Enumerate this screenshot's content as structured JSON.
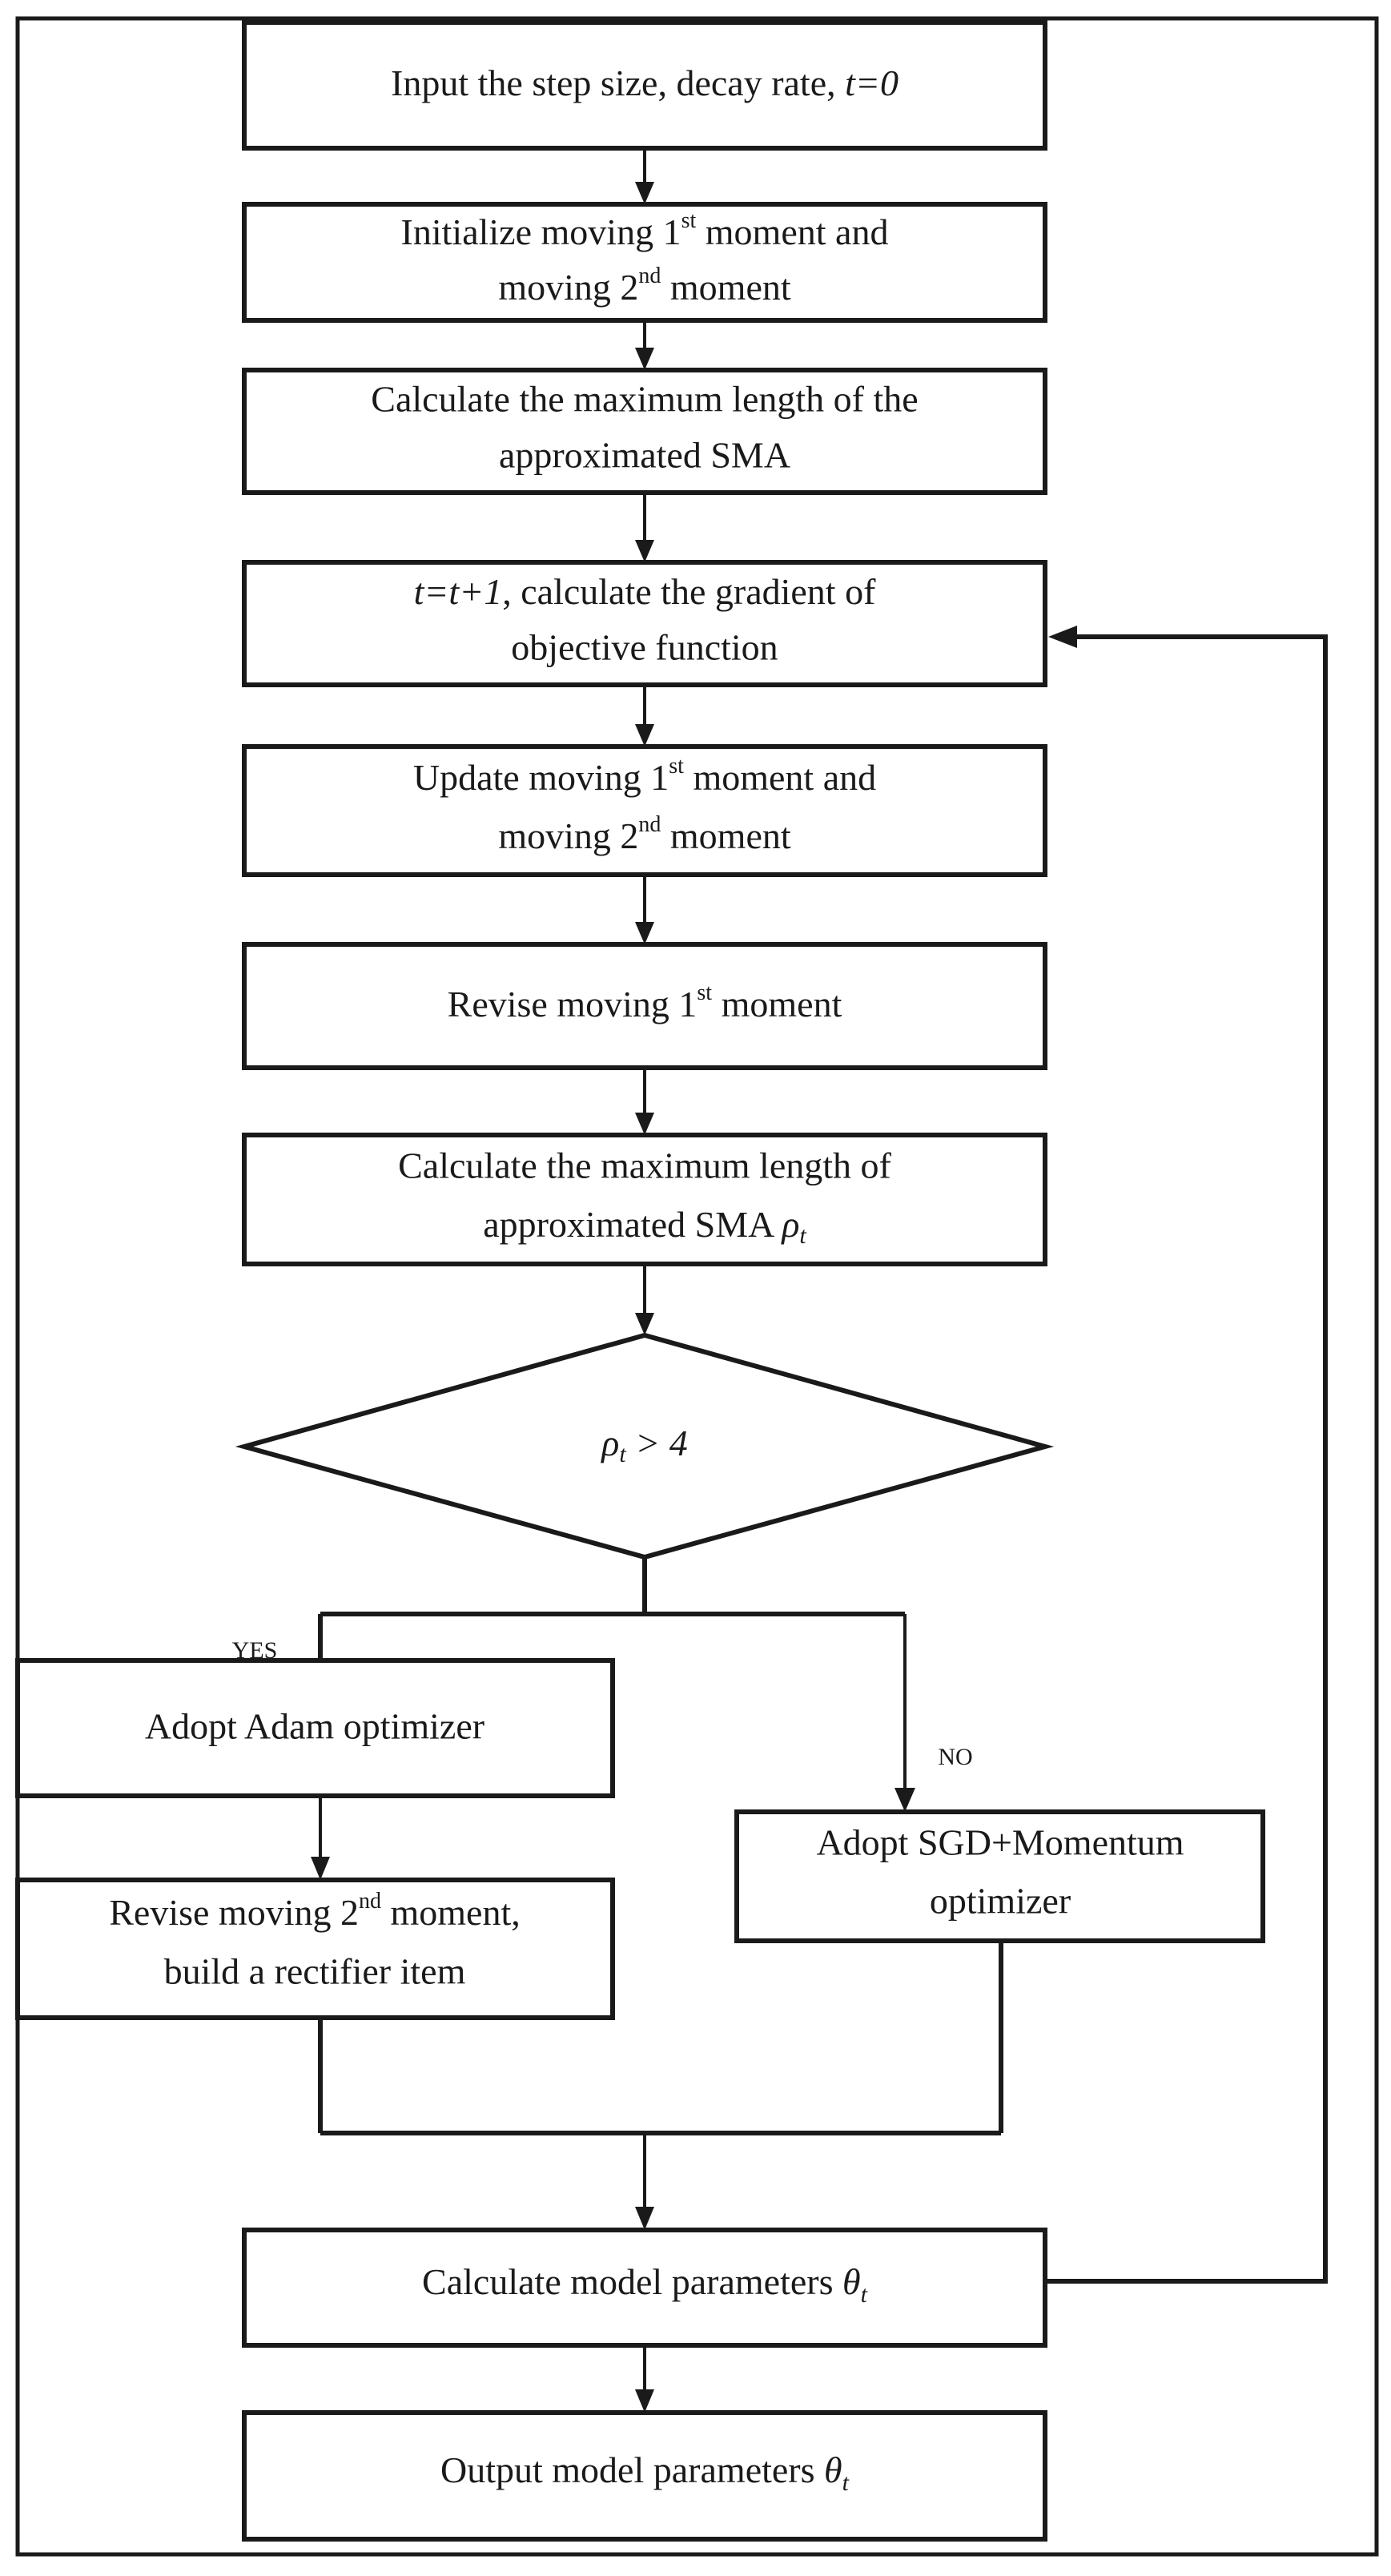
{
  "diagram": {
    "title": "Rectified Adam (RAdam) optimizer flowchart",
    "type": "flowchart",
    "frame_color": "#1a1a1a",
    "background_color": "#ffffff",
    "nodes": [
      {
        "id": "n1",
        "shape": "process",
        "lines": [
          [
            {
              "t": "Input the step size, decay rate, ",
              "style": "normal"
            },
            {
              "t": "t=0",
              "style": "italic"
            }
          ]
        ]
      },
      {
        "id": "n2",
        "shape": "process",
        "lines": [
          [
            {
              "t": "Initialize  moving 1",
              "style": "normal"
            },
            {
              "t": "st",
              "style": "sup"
            },
            {
              "t": " moment and",
              "style": "normal"
            }
          ],
          [
            {
              "t": "moving 2",
              "style": "normal"
            },
            {
              "t": "nd",
              "style": "sup"
            },
            {
              "t": " moment",
              "style": "normal"
            }
          ]
        ]
      },
      {
        "id": "n3",
        "shape": "process",
        "lines": [
          [
            {
              "t": "Calculate the maximum length of the",
              "style": "normal"
            }
          ],
          [
            {
              "t": "approximated SMA",
              "style": "normal"
            }
          ]
        ]
      },
      {
        "id": "n4",
        "shape": "process",
        "lines": [
          [
            {
              "t": "t=t+1",
              "style": "italic"
            },
            {
              "t": ", calculate the gradient of",
              "style": "normal"
            }
          ],
          [
            {
              "t": "objective function",
              "style": "normal"
            }
          ]
        ]
      },
      {
        "id": "n5",
        "shape": "process",
        "lines": [
          [
            {
              "t": "Update moving 1",
              "style": "normal"
            },
            {
              "t": "st",
              "style": "sup"
            },
            {
              "t": " moment and",
              "style": "normal"
            }
          ],
          [
            {
              "t": "moving 2",
              "style": "normal"
            },
            {
              "t": "nd",
              "style": "sup"
            },
            {
              "t": " moment",
              "style": "normal"
            }
          ]
        ]
      },
      {
        "id": "n6",
        "shape": "process",
        "lines": [
          [
            {
              "t": "Revise  moving 1",
              "style": "normal"
            },
            {
              "t": "st",
              "style": "sup"
            },
            {
              "t": " moment",
              "style": "normal"
            }
          ]
        ]
      },
      {
        "id": "n7",
        "shape": "process",
        "lines": [
          [
            {
              "t": "Calculate the maximum length of",
              "style": "normal"
            }
          ],
          [
            {
              "t": "approximated SMA ",
              "style": "normal"
            },
            {
              "t": "ρ",
              "style": "italic"
            },
            {
              "t": "t",
              "style": "sub-italic"
            }
          ]
        ]
      },
      {
        "id": "d1",
        "shape": "decision",
        "lines": [
          [
            {
              "t": "ρ",
              "style": "italic"
            },
            {
              "t": "t",
              "style": "sub-italic"
            },
            {
              "t": " > 4",
              "style": "italic-space"
            }
          ]
        ]
      },
      {
        "id": "n8",
        "shape": "process",
        "lines": [
          [
            {
              "t": "Adopt Adam optimizer",
              "style": "normal"
            }
          ]
        ]
      },
      {
        "id": "n9",
        "shape": "process",
        "lines": [
          [
            {
              "t": "Adopt SGD+Momentum",
              "style": "normal"
            }
          ],
          [
            {
              "t": "optimizer",
              "style": "normal"
            }
          ]
        ]
      },
      {
        "id": "n10",
        "shape": "process",
        "lines": [
          [
            {
              "t": "Revise moving 2",
              "style": "normal"
            },
            {
              "t": "nd",
              "style": "sup"
            },
            {
              "t": " moment,",
              "style": "normal"
            }
          ],
          [
            {
              "t": "build a rectifier item",
              "style": "normal"
            }
          ]
        ]
      },
      {
        "id": "n11",
        "shape": "process",
        "lines": [
          [
            {
              "t": "Calculate model parameters ",
              "style": "normal"
            },
            {
              "t": "θ",
              "style": "italic"
            },
            {
              "t": " t",
              "style": "sub-italic"
            }
          ]
        ]
      },
      {
        "id": "n12",
        "shape": "process",
        "lines": [
          [
            {
              "t": "Output model parameters ",
              "style": "normal"
            },
            {
              "t": "θ",
              "style": "italic"
            },
            {
              "t": " t",
              "style": "sub-italic"
            }
          ]
        ]
      }
    ],
    "edge_labels": {
      "yes": "YES",
      "no": "NO"
    }
  },
  "node_text": {
    "n1_l1_a": "Input the step size, decay rate, ",
    "n1_l1_b": "t=0",
    "n2_l1_a": "Initialize  moving 1",
    "n2_l1_sup": "st",
    "n2_l1_b": " moment and",
    "n2_l2_a": "moving 2",
    "n2_l2_sup": "nd",
    "n2_l2_b": " moment",
    "n3_l1": "Calculate the maximum length of the",
    "n3_l2": "approximated SMA",
    "n4_l1_a": "t=t+1",
    "n4_l1_b": ", calculate the gradient of",
    "n4_l2": "objective function",
    "n5_l1_a": "Update moving 1",
    "n5_l1_sup": "st",
    "n5_l1_b": " moment and",
    "n5_l2_a": "moving 2",
    "n5_l2_sup": "nd",
    "n5_l2_b": " moment",
    "n6_l1_a": "Revise  moving 1",
    "n6_l1_sup": "st",
    "n6_l1_b": " moment",
    "n7_l1": "Calculate the maximum length of",
    "n7_l2_a": "approximated SMA ",
    "n7_l2_rho": "ρ",
    "n7_l2_sub": "t",
    "d1_rho": "ρ",
    "d1_sub": "t",
    "d1_cmp": " > 4",
    "n8_l1": "Adopt Adam optimizer",
    "n9_l1": "Adopt SGD+Momentum",
    "n9_l2": "optimizer",
    "n10_l1_a": "Revise moving 2",
    "n10_l1_sup": "nd",
    "n10_l1_b": " moment,",
    "n10_l2": "build a rectifier item",
    "n11_l1_a": "Calculate model parameters ",
    "n11_l1_theta": "θ",
    "n11_l1_sub": "t",
    "n12_l1_a": "Output model parameters ",
    "n12_l1_theta": "θ",
    "n12_l1_sub": "t",
    "label_yes": "YES",
    "label_no": "NO"
  }
}
